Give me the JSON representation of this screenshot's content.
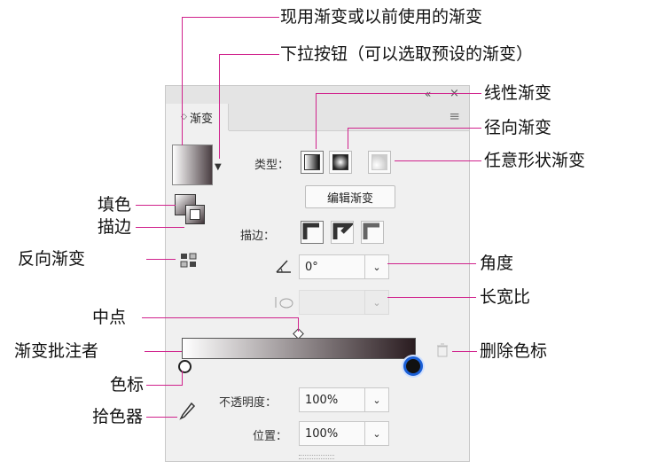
{
  "callouts": {
    "current_gradient": "现用渐变或以前使用的渐变",
    "dropdown_button": "下拉按钮（可以选取预设的渐变）",
    "linear": "线性渐变",
    "radial": "径向渐变",
    "freeform": "任意形状渐变",
    "fill": "填色",
    "stroke": "描边",
    "reverse": "反向渐变",
    "angle": "角度",
    "aspect": "长宽比",
    "midpoint": "中点",
    "annotator": "渐变批注者",
    "delete_stop": "删除色标",
    "color_stop": "色标",
    "eyedropper": "拾色器"
  },
  "panel": {
    "tab_label": "渐变",
    "type_label": "类型：",
    "edit_gradient": "编辑渐变",
    "stroke_label": "描边：",
    "angle_value": "0°",
    "opacity_label": "不透明度：",
    "opacity_value": "100%",
    "location_label": "位置：",
    "location_value": "100%"
  },
  "icons": [
    "collapse-icon",
    "close-icon",
    "menu-icon",
    "linear-icon",
    "radial-icon",
    "freeform-icon",
    "reverse-icon",
    "angle-icon",
    "aspect-icon",
    "trash-icon",
    "eyedropper-icon",
    "chevron-down-icon"
  ],
  "colors": {
    "accent_line": "#d0228c",
    "stop_selected": "#1a5fd6"
  }
}
